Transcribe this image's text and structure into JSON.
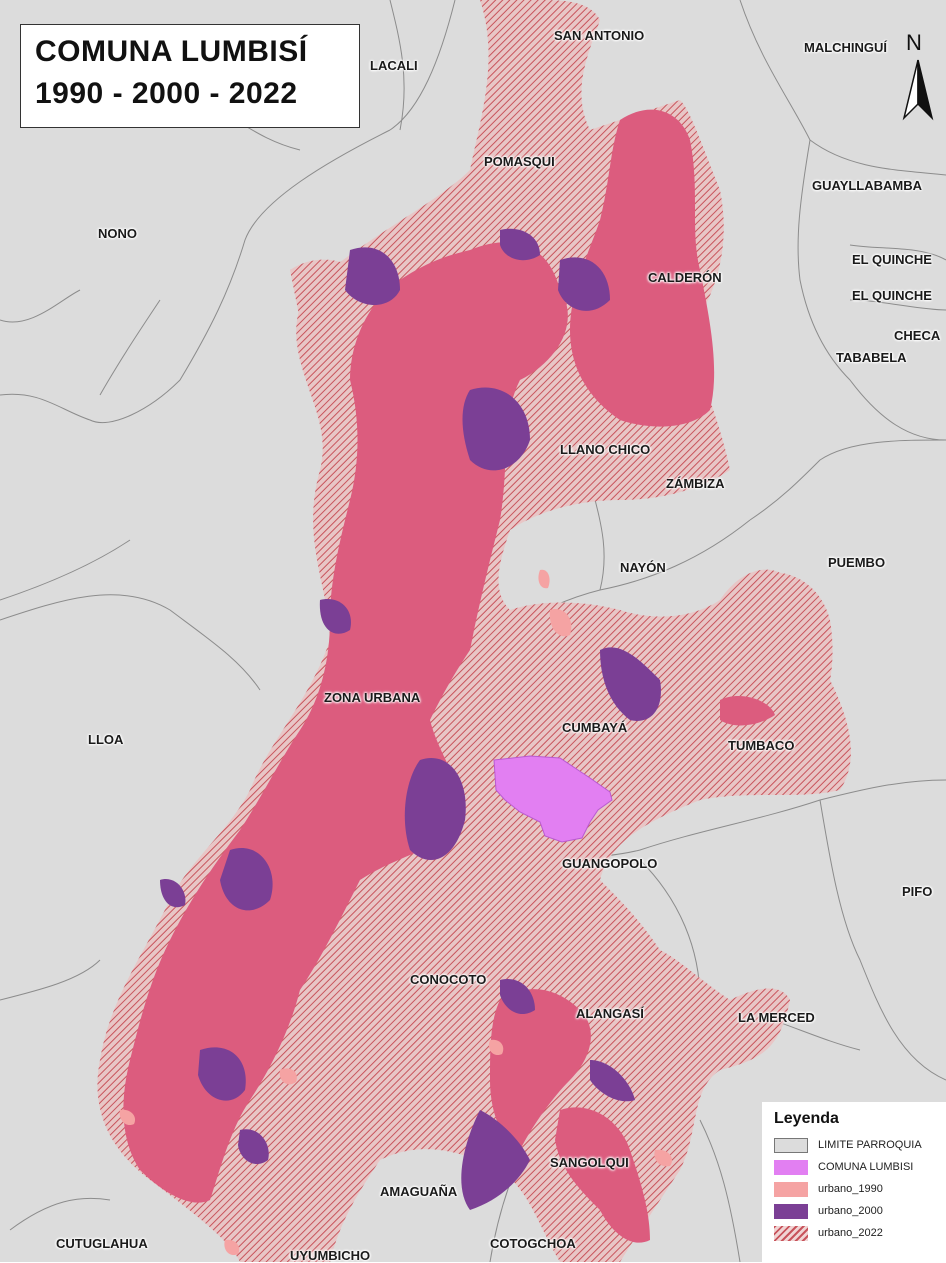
{
  "title": {
    "line1": "COMUNA LUMBISÍ",
    "line2": "1990 - 2000 - 2022"
  },
  "north_arrow": "N",
  "parishes": {
    "lacali": "LACALI",
    "san_antonio": "SAN ANTONIO",
    "malchinguí": "MALCHINGUÍ",
    "pomasqui": "POMASQUI",
    "guayllabamba": "GUAYLLABAMBA",
    "nono": "NONO",
    "calderon": "CALDERÓN",
    "el_quinche_1": "EL QUINCHE",
    "el_quinche_2": "EL QUINCHE",
    "checa": "CHECA",
    "tababela": "TABABELA",
    "llano_chico": "LLANO CHICO",
    "zambiza": "ZÁMBIZA",
    "nayon": "NAYÓN",
    "puembo": "PUEMBO",
    "zona_urbana": "ZONA URBANA",
    "cumbaya": "CUMBAYÁ",
    "lloa": "LLOA",
    "tumbaco": "TUMBACO",
    "guangopolo": "GUANGOPOLO",
    "pifo": "PIFO",
    "conocoto": "CONOCOTO",
    "alangasi": "ALANGASÍ",
    "la_merced": "LA MERCED",
    "sangolqui": "SANGOLQUI",
    "amaguana": "AMAGUAÑA",
    "cutuglahua": "CUTUGLAHUA",
    "uyumbicho": "UYUMBICHO",
    "cotogchoa": "COTOGCHOA"
  },
  "legend": {
    "title": "Leyenda",
    "items": [
      {
        "label": "LIMITE PARROQUIA",
        "color": "#dcdcdc"
      },
      {
        "label": "COMUNA LUMBISI",
        "color": "#e27ff2"
      },
      {
        "label": "urbano_1990",
        "color": "#f5a3a3"
      },
      {
        "label": "urbano_2000",
        "color": "#7b3f95"
      },
      {
        "label": "urbano_2022",
        "color": "#c85a5a"
      }
    ]
  },
  "colors": {
    "background": "#dcdcdc",
    "boundary": "#8c8c8c",
    "urban_2022_base": "#d9a4a8",
    "urban_2022_hatch": "#c84d56",
    "urban_pink": "#dc5c7e",
    "urban_2000": "#7b3f95",
    "urban_1990": "#f5a3a3",
    "comuna": "#e27ff2"
  }
}
